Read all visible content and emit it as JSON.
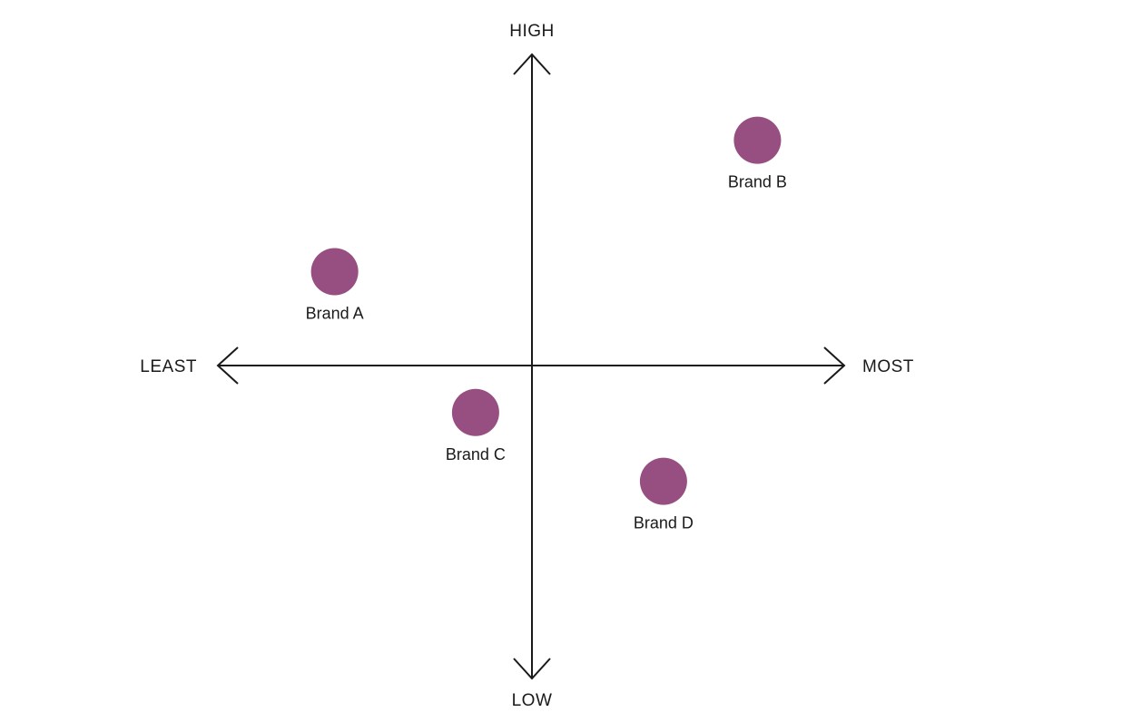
{
  "chart_data": {
    "type": "scatter",
    "variant": "perceptual-map-quadrant",
    "title": "",
    "axes": {
      "vertical": {
        "top_label": "HIGH",
        "bottom_label": "LOW"
      },
      "horizontal": {
        "left_label": "LEAST",
        "right_label": "MOST"
      }
    },
    "xlim": [
      -1,
      1
    ],
    "ylim": [
      -1,
      1
    ],
    "grid": false,
    "legend": false,
    "axis_color": "#1a1a1a",
    "point_color": "#974E80",
    "points": [
      {
        "label": "Brand A",
        "x": -0.63,
        "y": 0.3
      },
      {
        "label": "Brand B",
        "x": 0.72,
        "y": 0.72
      },
      {
        "label": "Brand C",
        "x": -0.18,
        "y": -0.15
      },
      {
        "label": "Brand D",
        "x": 0.42,
        "y": -0.37
      }
    ]
  }
}
